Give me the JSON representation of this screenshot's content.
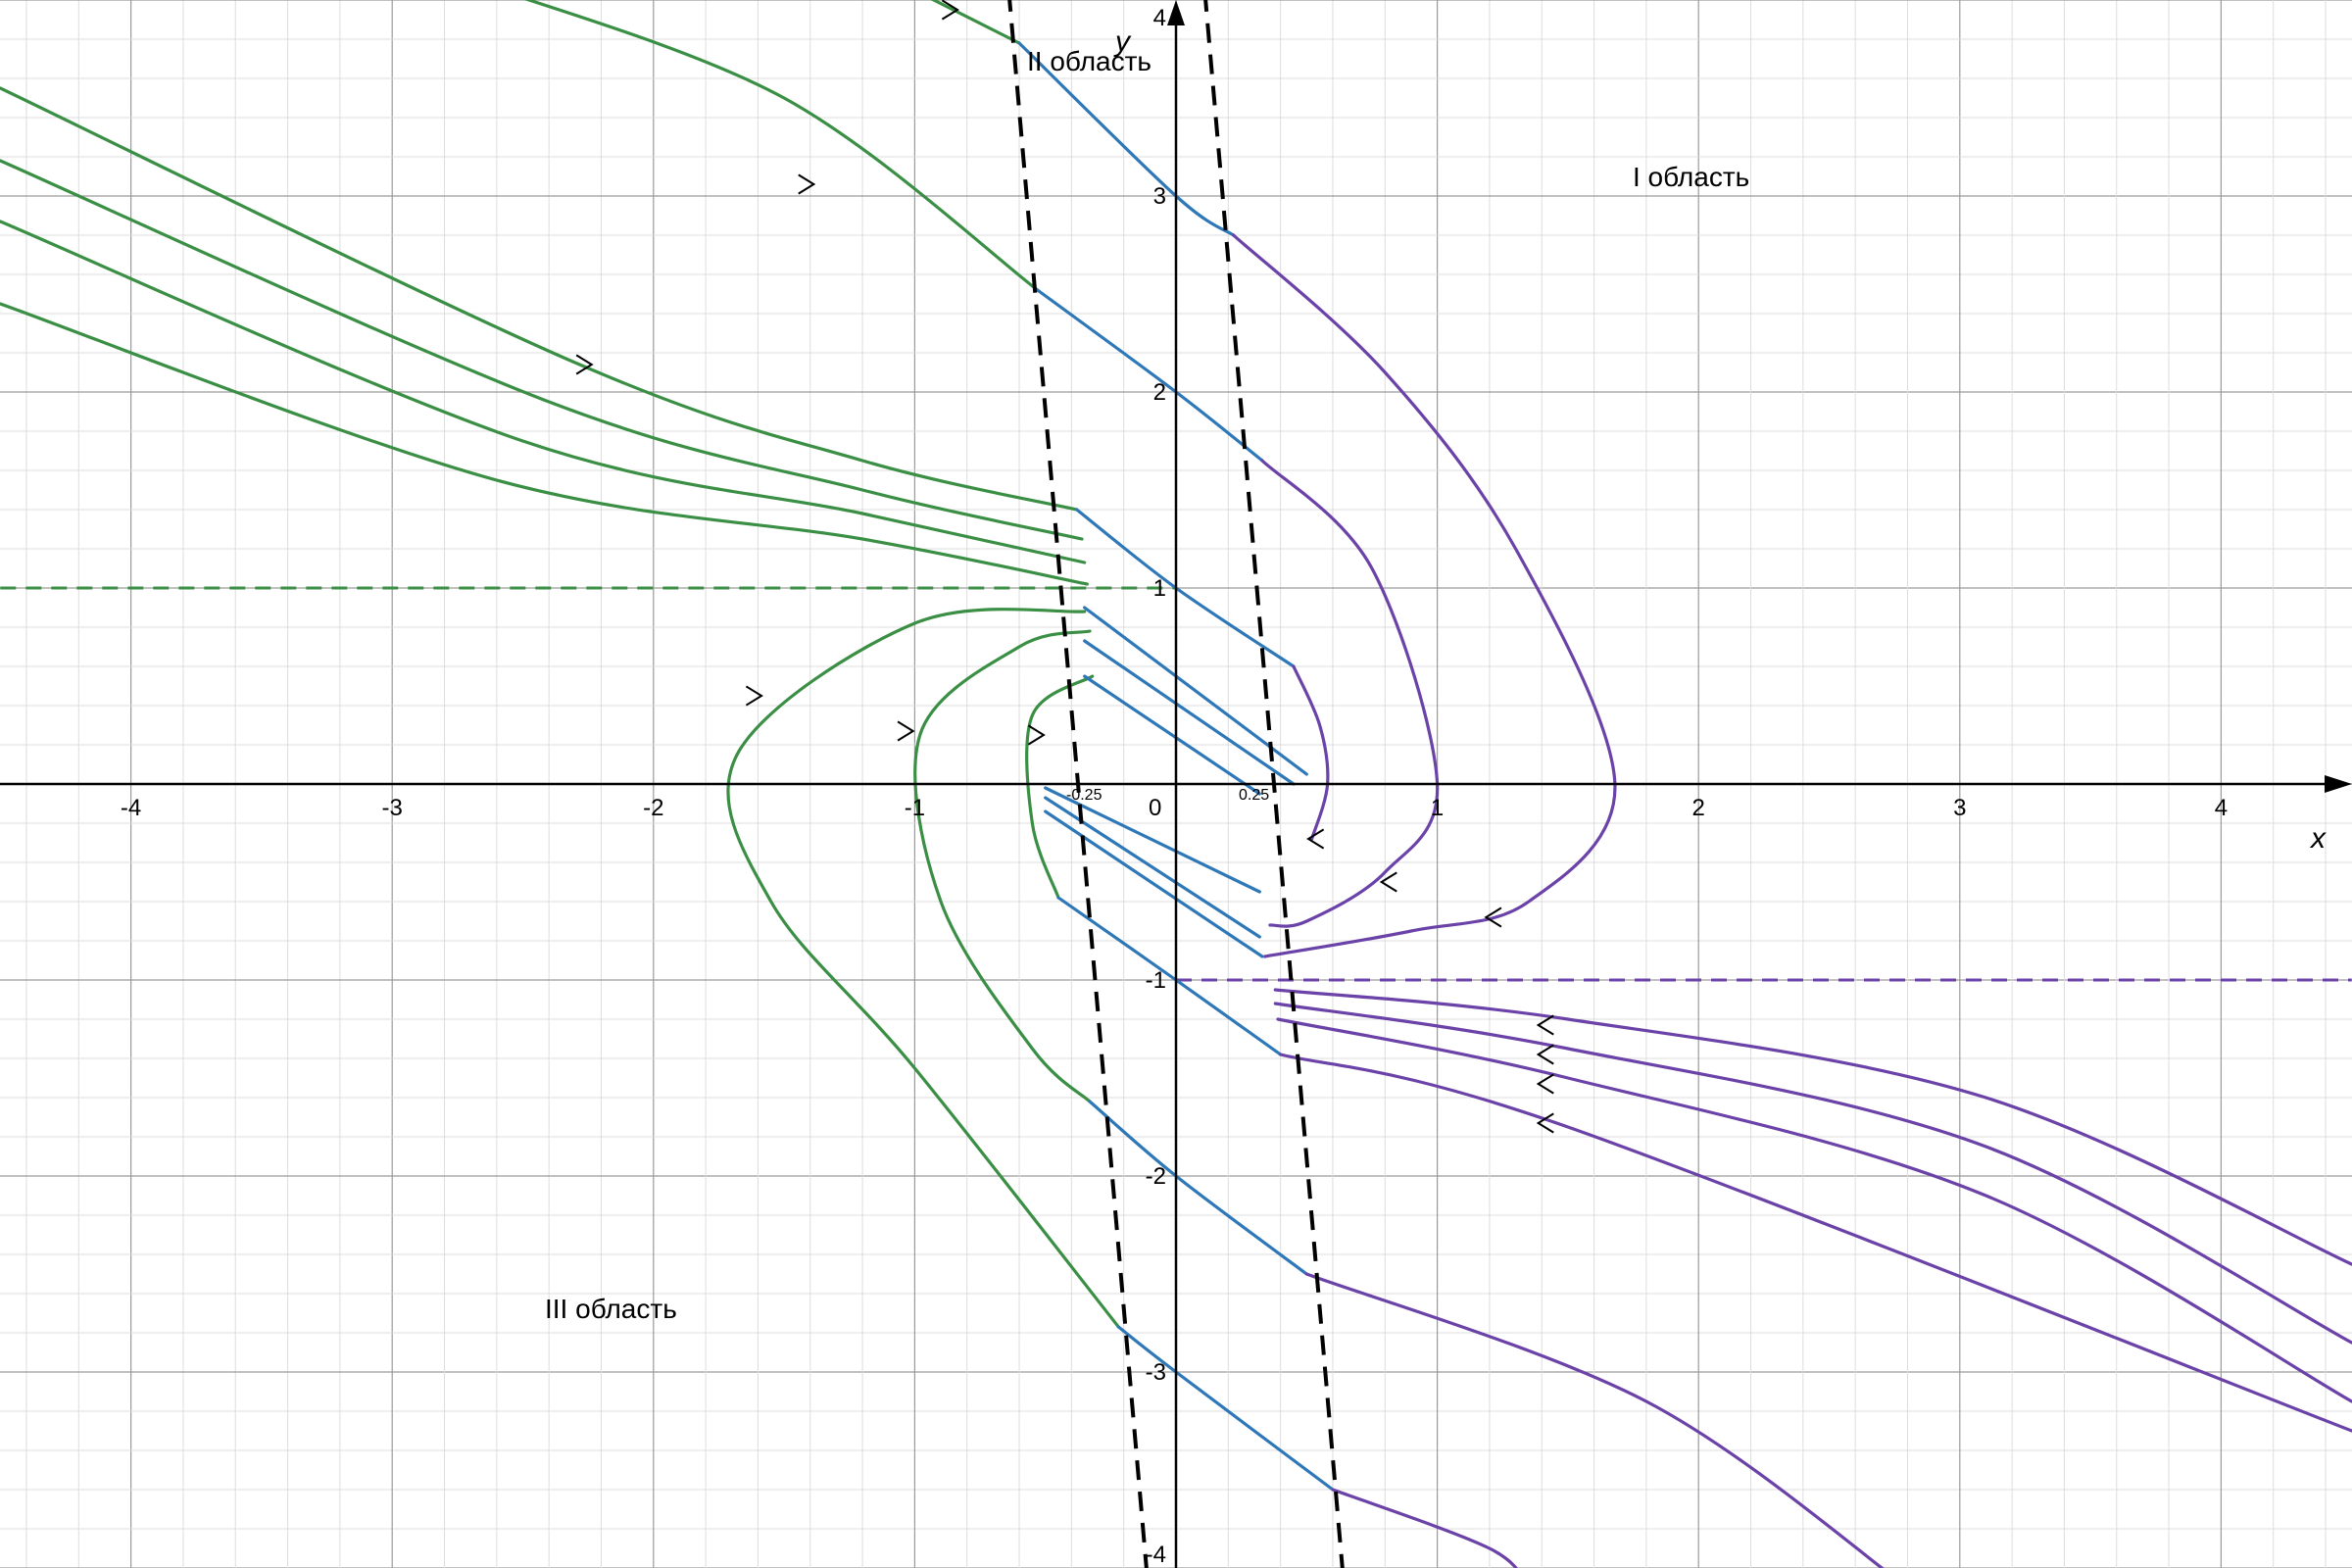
{
  "axes": {
    "x_label": "x",
    "y_label": "y",
    "origin_label": "0",
    "x_ticks": [
      "-4",
      "-3",
      "-2",
      "-1",
      "1",
      "2",
      "3",
      "4"
    ],
    "y_ticks": [
      "4",
      "3",
      "2",
      "1",
      "-1",
      "-2",
      "-3",
      "-4"
    ],
    "xlim": [
      -4.5,
      4.5
    ],
    "ylim": [
      -4,
      4
    ],
    "grid": true,
    "minor_step": 0.2
  },
  "annotations": {
    "marker_left": "-0.25",
    "marker_right": "0.25"
  },
  "regions": {
    "region_1": "I область",
    "region_2": "II область",
    "region_3": "III область"
  },
  "colors": {
    "green": "#3a8f45",
    "blue": "#2f78b8",
    "purple": "#6a42a8",
    "boundary": "#000000",
    "grid_minor": "#dddddd",
    "grid_major": "#9a9a9a"
  },
  "chart_data": {
    "type": "line",
    "boundaries": [
      {
        "points": [
          [
            -0.65,
            4.2
          ],
          [
            -0.1,
            -4.2
          ]
        ]
      },
      {
        "points": [
          [
            0.1,
            4.2
          ],
          [
            0.65,
            -4.2
          ]
        ]
      }
    ],
    "asymptotes": [
      {
        "y": 1,
        "x_from": -4.5,
        "x_to": 0,
        "color": "green"
      },
      {
        "y": -1,
        "x_from": 0,
        "x_to": 4.5,
        "color": "purple"
      }
    ],
    "trajectories": [
      {
        "green": [
          [
            -2.7,
            4.1
          ],
          [
            -1.5,
            3.5
          ],
          [
            -0.53,
            2.52
          ]
        ],
        "blue": [
          [
            -0.53,
            2.52
          ],
          [
            0,
            2
          ],
          [
            0.33,
            1.65
          ]
        ],
        "purple": [
          [
            0.33,
            1.65
          ],
          [
            0.75,
            1.1
          ],
          [
            1,
            0
          ],
          [
            0.8,
            -0.45
          ],
          [
            0.5,
            -0.7
          ],
          [
            0.36,
            -0.72
          ]
        ],
        "arrows": [
          [
            -1.4,
            3.06
          ]
        ]
      },
      {
        "green": [
          [
            -1.15,
            4.15
          ],
          [
            -0.6,
            3.78
          ]
        ],
        "blue": [
          [
            -0.6,
            3.78
          ],
          [
            0,
            3
          ],
          [
            0.22,
            2.8
          ]
        ],
        "purple": [
          [
            0.22,
            2.8
          ],
          [
            0.8,
            2.1
          ],
          [
            1.3,
            1.2
          ],
          [
            1.68,
            0
          ],
          [
            1.35,
            -0.6
          ],
          [
            0.9,
            -0.75
          ],
          [
            0.34,
            -0.88
          ]
        ],
        "arrows": [
          [
            -0.85,
            3.95
          ]
        ]
      },
      {
        "green": [
          [
            -4.5,
            3.55
          ],
          [
            -2.3,
            2.15
          ],
          [
            -1.2,
            1.65
          ],
          [
            -0.38,
            1.4
          ]
        ],
        "blue": [
          [
            -0.38,
            1.4
          ],
          [
            0,
            1
          ],
          [
            0.45,
            0.6
          ]
        ],
        "purple": [
          [
            0.45,
            0.6
          ],
          [
            0.55,
            0.3
          ],
          [
            0.58,
            0
          ],
          [
            0.52,
            -0.28
          ]
        ],
        "arrows": [
          [
            -2.25,
            2.14
          ]
        ]
      },
      {
        "green": [
          [
            -4.5,
            3.18
          ],
          [
            -2.4,
            1.95
          ],
          [
            -1.2,
            1.5
          ],
          [
            -0.36,
            1.25
          ]
        ]
      },
      {
        "green": [
          [
            -4.5,
            2.87
          ],
          [
            -2.5,
            1.75
          ],
          [
            -1.2,
            1.38
          ],
          [
            -0.35,
            1.13
          ]
        ]
      },
      {
        "green": [
          [
            -4.5,
            2.45
          ],
          [
            -2.6,
            1.55
          ],
          [
            -1.2,
            1.25
          ],
          [
            -0.34,
            1.02
          ]
        ]
      },
      {
        "green": [
          [
            -0.35,
            0.88
          ],
          [
            -1,
            0.82
          ],
          [
            -1.68,
            0.15
          ],
          [
            -1.55,
            -0.6
          ],
          [
            -1,
            -1.45
          ],
          [
            -0.22,
            -2.77
          ]
        ],
        "blue": [
          [
            -0.22,
            -2.77
          ],
          [
            0,
            -3
          ],
          [
            0.6,
            -3.6
          ]
        ],
        "purple": [
          [
            0.6,
            -3.6
          ],
          [
            1.2,
            -3.9
          ],
          [
            1.35,
            -4.1
          ]
        ],
        "arrows": [
          [
            -1.6,
            0.45
          ]
        ]
      },
      {
        "green": [
          [
            -0.33,
            0.78
          ],
          [
            -0.6,
            0.7
          ],
          [
            -0.98,
            0.25
          ],
          [
            -0.9,
            -0.6
          ],
          [
            -0.55,
            -1.35
          ],
          [
            -0.33,
            -1.62
          ]
        ],
        "blue": [
          [
            -0.33,
            -1.62
          ],
          [
            0,
            -2
          ],
          [
            0.5,
            -2.5
          ]
        ],
        "purple": [
          [
            0.5,
            -2.5
          ],
          [
            1.8,
            -3.15
          ],
          [
            2.8,
            -4.1
          ]
        ],
        "arrows": [
          [
            -1.02,
            0.27
          ]
        ]
      },
      {
        "green": [
          [
            -0.32,
            0.55
          ],
          [
            -0.55,
            0.35
          ],
          [
            -0.55,
            -0.2
          ],
          [
            -0.45,
            -0.58
          ]
        ],
        "blue": [
          [
            -0.45,
            -0.58
          ],
          [
            0,
            -1
          ],
          [
            0.4,
            -1.38
          ]
        ],
        "purple": [
          [
            0.4,
            -1.38
          ],
          [
            1.5,
            -1.75
          ],
          [
            4.5,
            -3.3
          ]
        ],
        "arrows": [
          [
            -0.52,
            0.25
          ]
        ]
      },
      {
        "blue": [
          [
            -0.35,
            0.9
          ],
          [
            0.5,
            0.05
          ]
        ]
      },
      {
        "blue": [
          [
            -0.35,
            0.73
          ],
          [
            0.45,
            0.0
          ]
        ]
      },
      {
        "blue": [
          [
            -0.35,
            0.55
          ],
          [
            0.32,
            -0.05
          ]
        ]
      },
      {
        "blue": [
          [
            -0.5,
            -0.02
          ],
          [
            0.32,
            -0.55
          ]
        ]
      },
      {
        "blue": [
          [
            -0.5,
            -0.07
          ],
          [
            0.32,
            -0.78
          ]
        ]
      },
      {
        "blue": [
          [
            -0.5,
            -0.14
          ],
          [
            0.33,
            -0.88
          ]
        ]
      },
      {
        "purple": [
          [
            0.38,
            -1.05
          ],
          [
            1.5,
            -1.2
          ],
          [
            3.1,
            -1.6
          ],
          [
            4.5,
            -2.45
          ]
        ]
      },
      {
        "purple": [
          [
            0.38,
            -1.12
          ],
          [
            1.5,
            -1.35
          ],
          [
            3.1,
            -1.85
          ],
          [
            4.5,
            -2.85
          ]
        ]
      },
      {
        "purple": [
          [
            0.39,
            -1.2
          ],
          [
            1.5,
            -1.5
          ],
          [
            3.1,
            -2.1
          ],
          [
            4.5,
            -3.15
          ]
        ]
      }
    ],
    "flow_arrows": [
      {
        "x": 1.4,
        "y": -1.23
      },
      {
        "x": 1.4,
        "y": -1.38
      },
      {
        "x": 1.4,
        "y": -1.53
      },
      {
        "x": 1.4,
        "y": -1.73
      },
      {
        "x": 0.8,
        "y": -0.5
      },
      {
        "x": 1.2,
        "y": -0.68
      },
      {
        "x": 0.52,
        "y": -0.28
      }
    ]
  }
}
